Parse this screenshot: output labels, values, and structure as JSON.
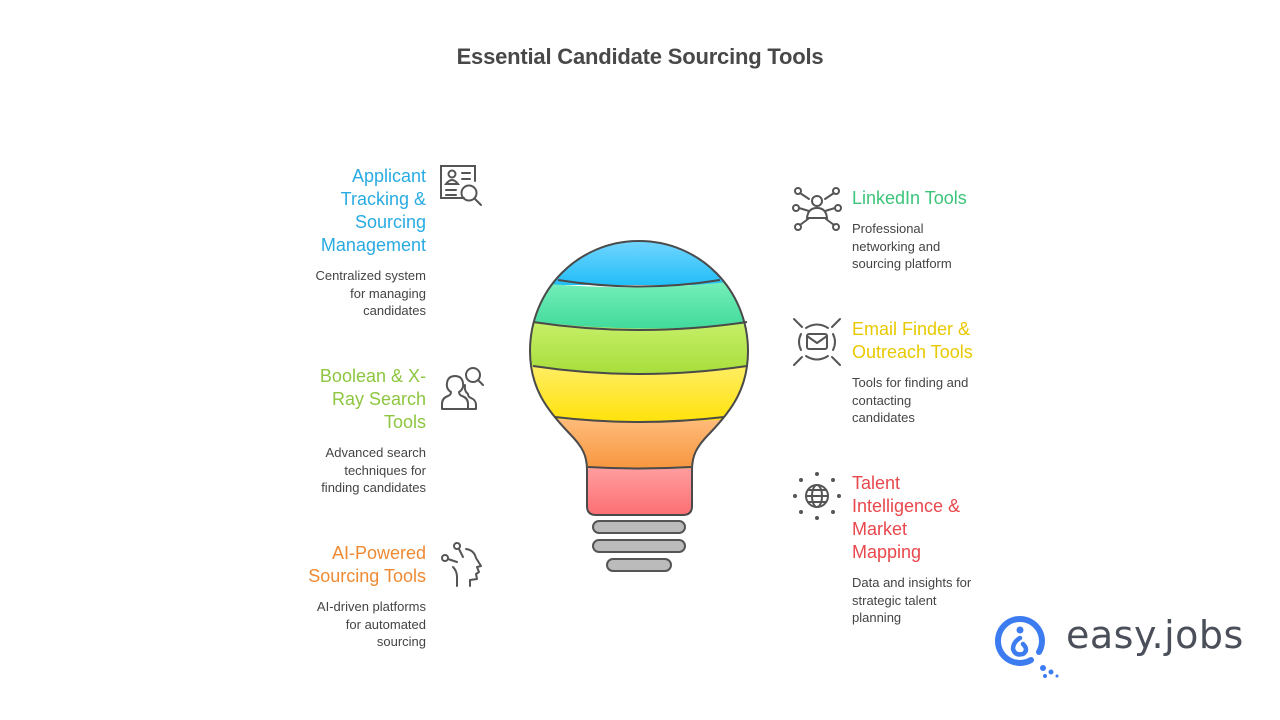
{
  "title": "Essential Candidate Sourcing Tools",
  "colors": {
    "blue": "#29ABE2",
    "teal_green": "#3CC47A",
    "lime": "#8DC63F",
    "yellow": "#E8C900",
    "orange": "#EF8A33",
    "red": "#E8474C",
    "icon_gray": "#555555",
    "brand_blue": "#3D7CF0"
  },
  "items": [
    {
      "id": "ats",
      "side": "left",
      "heading": "Applicant Tracking & Sourcing Management",
      "heading_lines": [
        "Applicant",
        "Tracking &",
        "Sourcing",
        "Management"
      ],
      "description_lines": [
        "Centralized system",
        "for managing",
        "candidates"
      ],
      "icon": "resume-search-icon",
      "color": "#29ABE2"
    },
    {
      "id": "boolean",
      "side": "left",
      "heading": "Boolean & X-Ray Search Tools",
      "heading_lines": [
        "Boolean & X-",
        "Ray Search",
        "Tools"
      ],
      "description_lines": [
        "Advanced search",
        "techniques for",
        "finding candidates"
      ],
      "icon": "people-search-icon",
      "color": "#8DC63F"
    },
    {
      "id": "ai",
      "side": "left",
      "heading": "AI-Powered Sourcing Tools",
      "heading_lines": [
        "AI-Powered",
        "Sourcing Tools"
      ],
      "description_lines": [
        "AI-driven platforms",
        "for automated",
        "sourcing"
      ],
      "icon": "ai-head-icon",
      "color": "#EF8A33"
    },
    {
      "id": "linkedin",
      "side": "right",
      "heading": "LinkedIn Tools",
      "heading_lines": [
        "LinkedIn Tools"
      ],
      "description_lines": [
        "Professional",
        "networking and",
        "sourcing platform"
      ],
      "icon": "network-person-icon",
      "color": "#3CC47A"
    },
    {
      "id": "email",
      "side": "right",
      "heading": "Email Finder & Outreach Tools",
      "heading_lines": [
        "Email Finder &",
        "Outreach Tools"
      ],
      "description_lines": [
        "Tools for finding and",
        "contacting",
        "candidates"
      ],
      "icon": "envelope-target-icon",
      "color": "#E8C900"
    },
    {
      "id": "talent",
      "side": "right",
      "heading": "Talent Intelligence & Market Mapping",
      "heading_lines": [
        "Talent",
        "Intelligence &",
        "Market",
        "Mapping"
      ],
      "description_lines": [
        "Data and insights for",
        "strategic talent",
        "planning"
      ],
      "icon": "globe-icon",
      "color": "#E8474C"
    }
  ],
  "bulb_segments": [
    {
      "name": "blue",
      "top": "#7DD8FF",
      "bottom": "#22BEF8"
    },
    {
      "name": "green",
      "top": "#7AF0BD",
      "bottom": "#3ED99A"
    },
    {
      "name": "lime",
      "top": "#C8F06A",
      "bottom": "#A6DD3A"
    },
    {
      "name": "yellow",
      "top": "#FFEE66",
      "bottom": "#FFE20A"
    },
    {
      "name": "orange",
      "top": "#FFBE7E",
      "bottom": "#F7963E"
    },
    {
      "name": "red",
      "top": "#FF9EA0",
      "bottom": "#FB6A6E"
    }
  ],
  "logo": {
    "text": "easy.jobs"
  }
}
